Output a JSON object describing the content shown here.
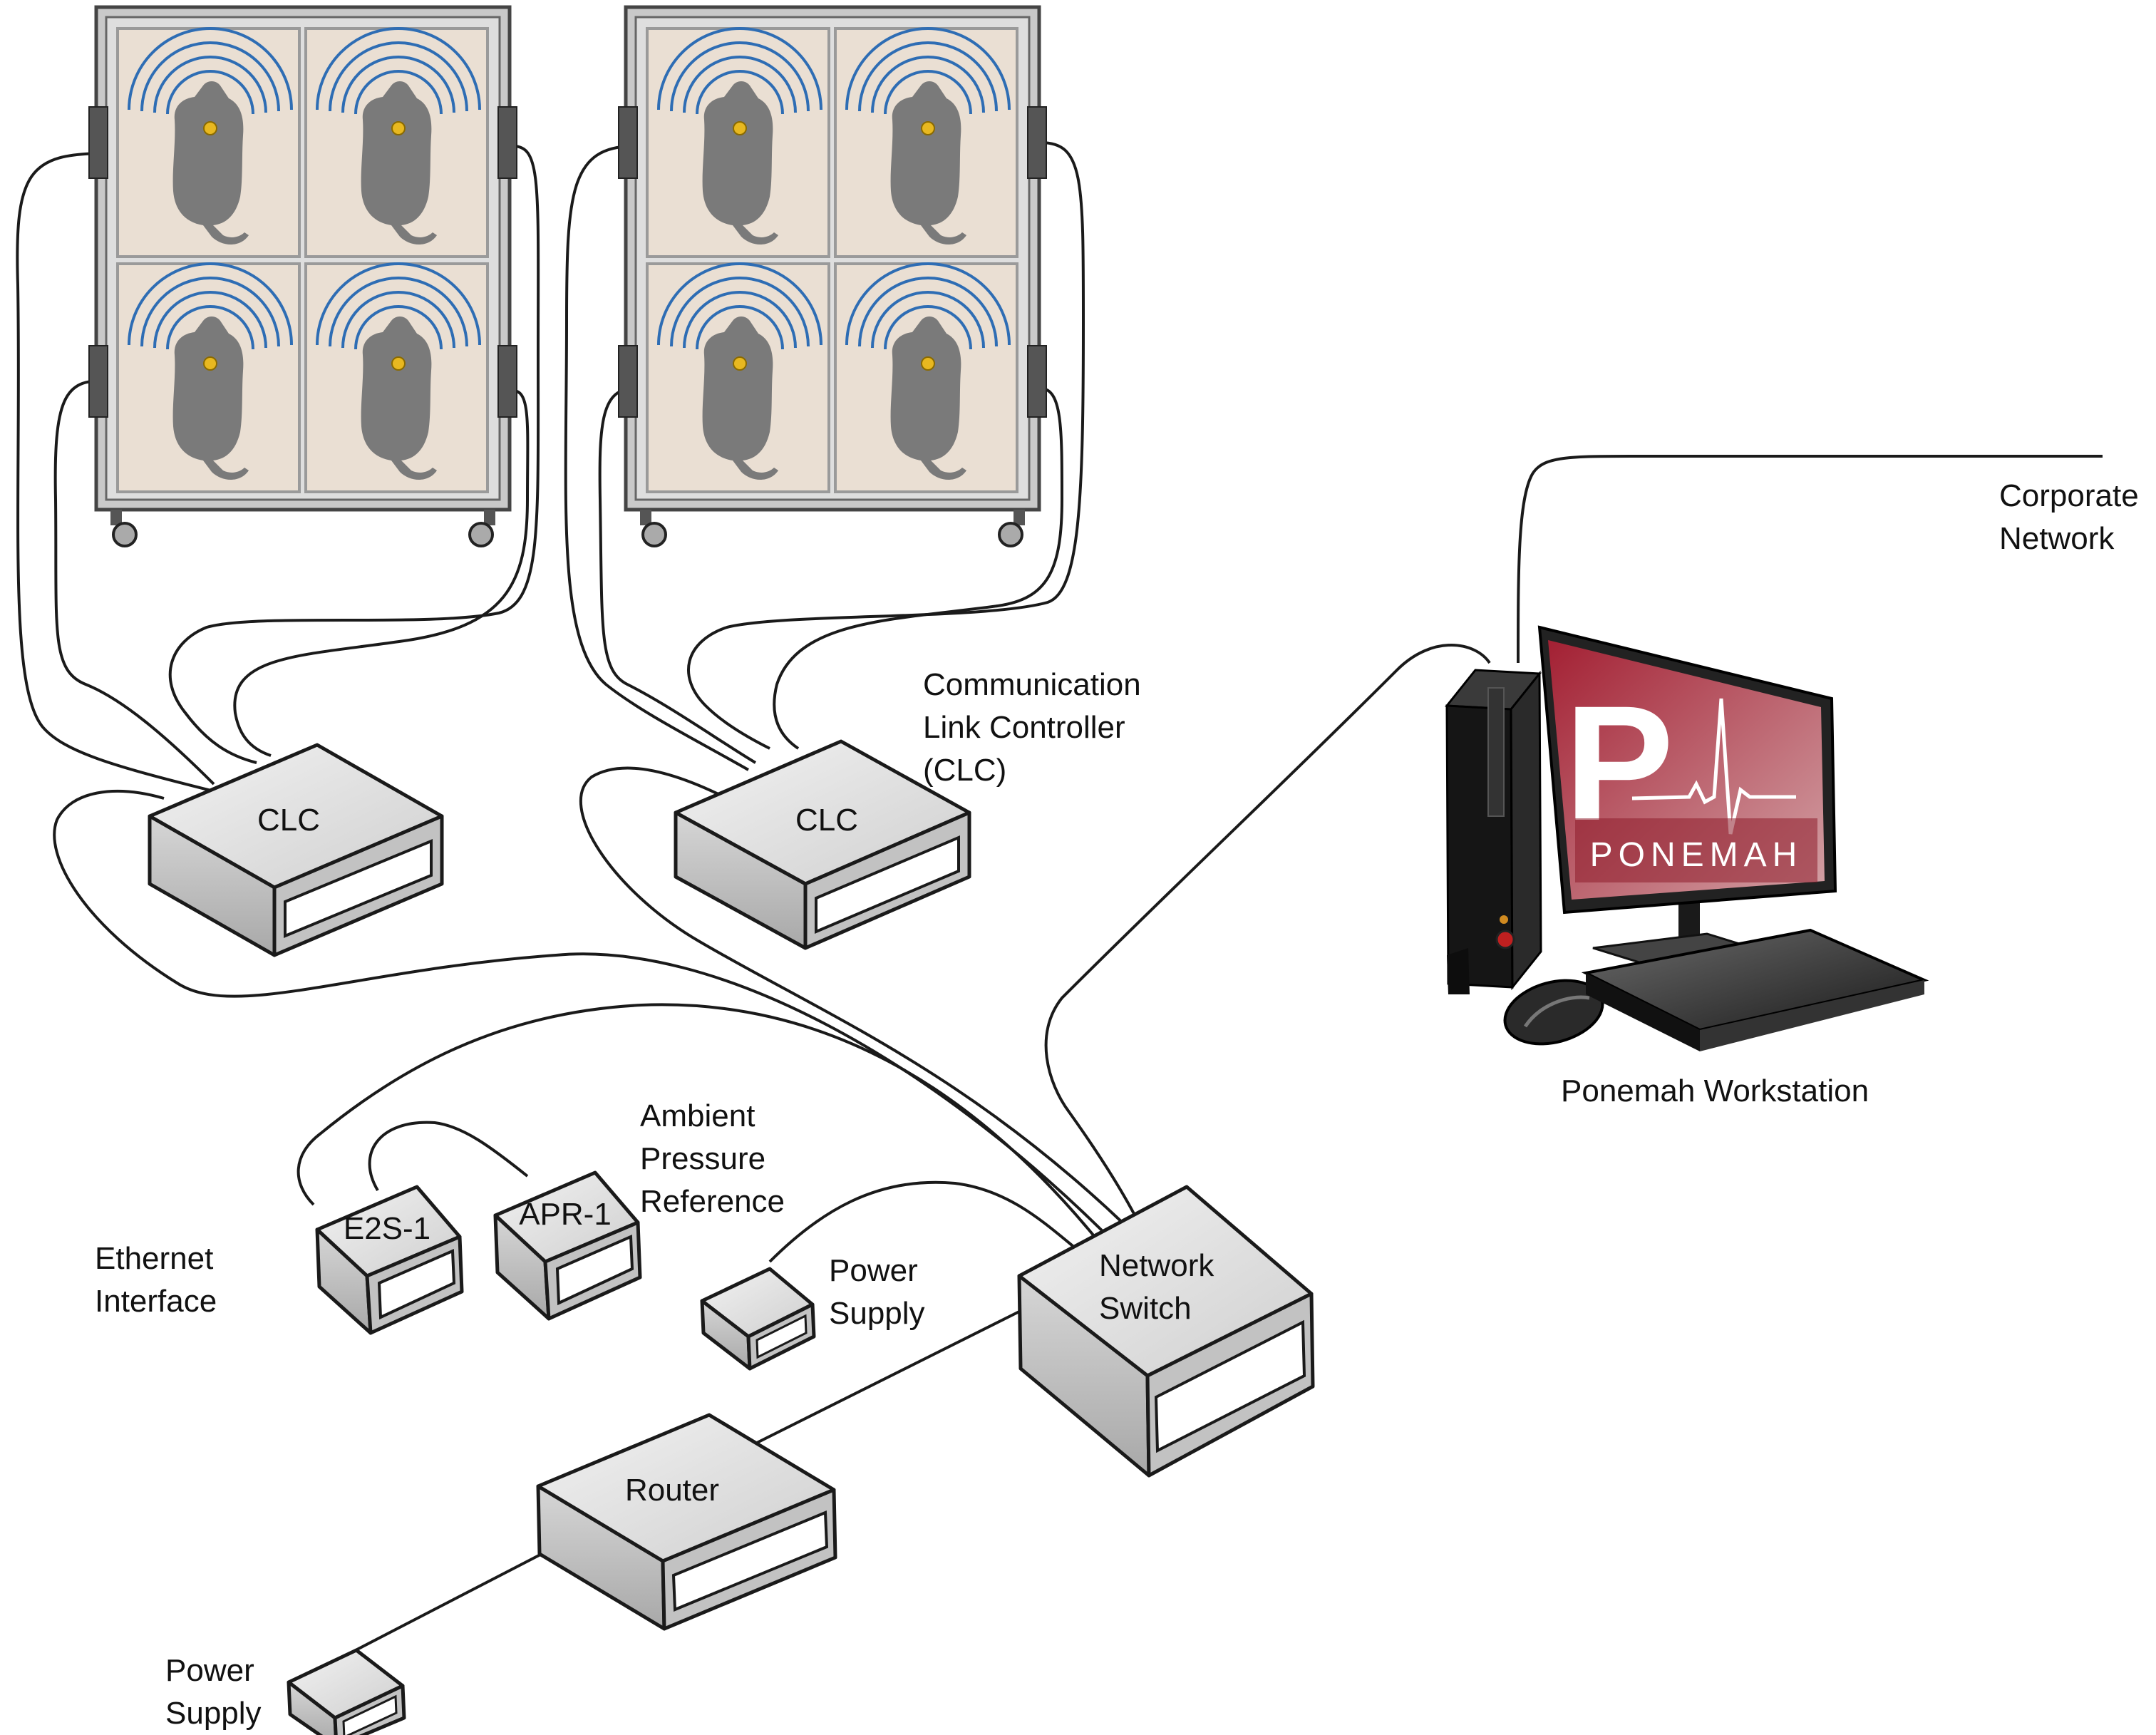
{
  "labels": {
    "clc_left": "CLC",
    "clc_right": "CLC",
    "clc_description": [
      "Communication",
      "Link Controller",
      "(CLC)"
    ],
    "corporate_network": [
      "Corporate",
      "Network"
    ],
    "workstation": "Ponemah Workstation",
    "ambient_pressure": [
      "Ambient",
      "Pressure",
      "Reference"
    ],
    "ethernet_interface": [
      "Ethernet",
      "Interface"
    ],
    "e2s": "E2S-1",
    "apr": "APR-1",
    "power_supply_top": [
      "Power",
      "Supply"
    ],
    "network_switch": [
      "Network",
      "Switch"
    ],
    "router": "Router",
    "power_supply_bottom": [
      "Power",
      "Supply"
    ],
    "screen_logo_letter": "P",
    "screen_logo_text": "PONEMAH"
  },
  "colors": {
    "rack_frame": "#c9c9c9",
    "cage_fill": "#eadfd3",
    "animal": "#7a7a7a",
    "signal_waves": "#2e6db4",
    "implant_dot": "#e8b820",
    "screen_red": "#b22a3a",
    "tower_black": "#151515"
  },
  "icons": {
    "rack": "animal-cage-rack",
    "animal": "rat-silhouette-icon",
    "waves": "wireless-signal-icon",
    "computer": "desktop-workstation-icon"
  }
}
